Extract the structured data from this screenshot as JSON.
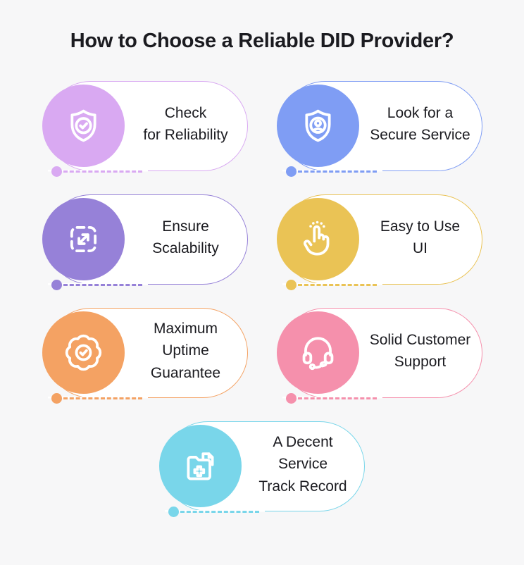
{
  "title": "How to Choose a Reliable DID Provider?",
  "colors": {
    "page_background": "#F7F7F8",
    "heading_text": "#1B1B20",
    "item_text": "#1B1B20",
    "pill_fill": "#FFFFFF"
  },
  "items": [
    {
      "id": "check-reliability",
      "icon": "shield-check-icon",
      "color": "#D9A9F2",
      "line1": "Check",
      "line2": "for Reliability"
    },
    {
      "id": "secure-service",
      "icon": "shield-user-icon",
      "color": "#7F9DF4",
      "line1": "Look for a",
      "line2": "Secure Service"
    },
    {
      "id": "ensure-scalability",
      "icon": "scale-expand-icon",
      "color": "#9681D8",
      "line1": "Ensure",
      "line2": "Scalability"
    },
    {
      "id": "easy-to-use-ui",
      "icon": "tap-finger-icon",
      "color": "#EAC355",
      "line1": "Easy to Use",
      "line2": "UI"
    },
    {
      "id": "uptime-guarantee",
      "icon": "badge-check-icon",
      "color": "#F4A263",
      "line1": "Maximum Uptime",
      "line2": "Guarantee"
    },
    {
      "id": "customer-support",
      "icon": "headset-icon",
      "color": "#F590AC",
      "line1": "Solid Customer",
      "line2": "Support"
    },
    {
      "id": "service-track-record",
      "icon": "records-folder-icon",
      "color": "#79D6EA",
      "line1": "A Decent Service",
      "line2": "Track Record"
    }
  ]
}
